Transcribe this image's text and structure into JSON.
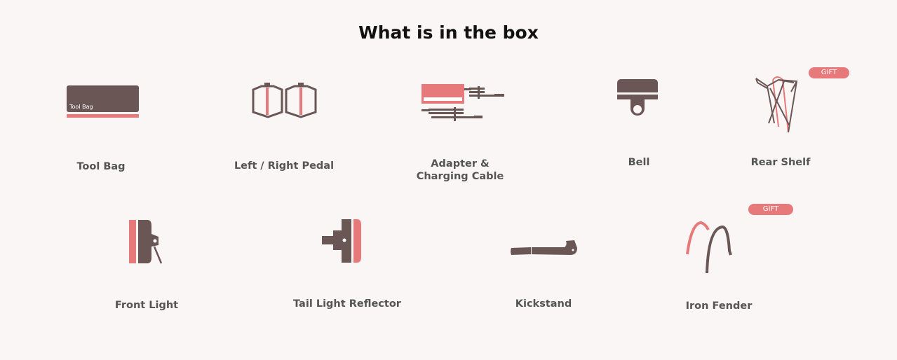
{
  "title": "What is in the box",
  "colors": {
    "primary": "#6b5656",
    "accent": "#e8797a",
    "background": "#f9f6f5"
  },
  "items": [
    {
      "label": "Tool Bag",
      "icon": "tool-bag-icon",
      "icon_text": "Tool Bag"
    },
    {
      "label": "Left / Right Pedal",
      "icon": "pedal-icon"
    },
    {
      "label_line1": "Adapter &",
      "label_line2": "Charging Cable",
      "icon": "charger-icon"
    },
    {
      "label": "Bell",
      "icon": "bell-icon"
    },
    {
      "label": "Rear Shelf",
      "icon": "rear-rack-icon",
      "badge": "GIFT"
    },
    {
      "label": "Front Light",
      "icon": "front-light-icon"
    },
    {
      "label": "Tail Light Reflector",
      "icon": "tail-light-icon"
    },
    {
      "label": "Kickstand",
      "icon": "kickstand-icon"
    },
    {
      "label": "Iron Fender",
      "icon": "fender-icon",
      "badge": "GIFT"
    }
  ]
}
